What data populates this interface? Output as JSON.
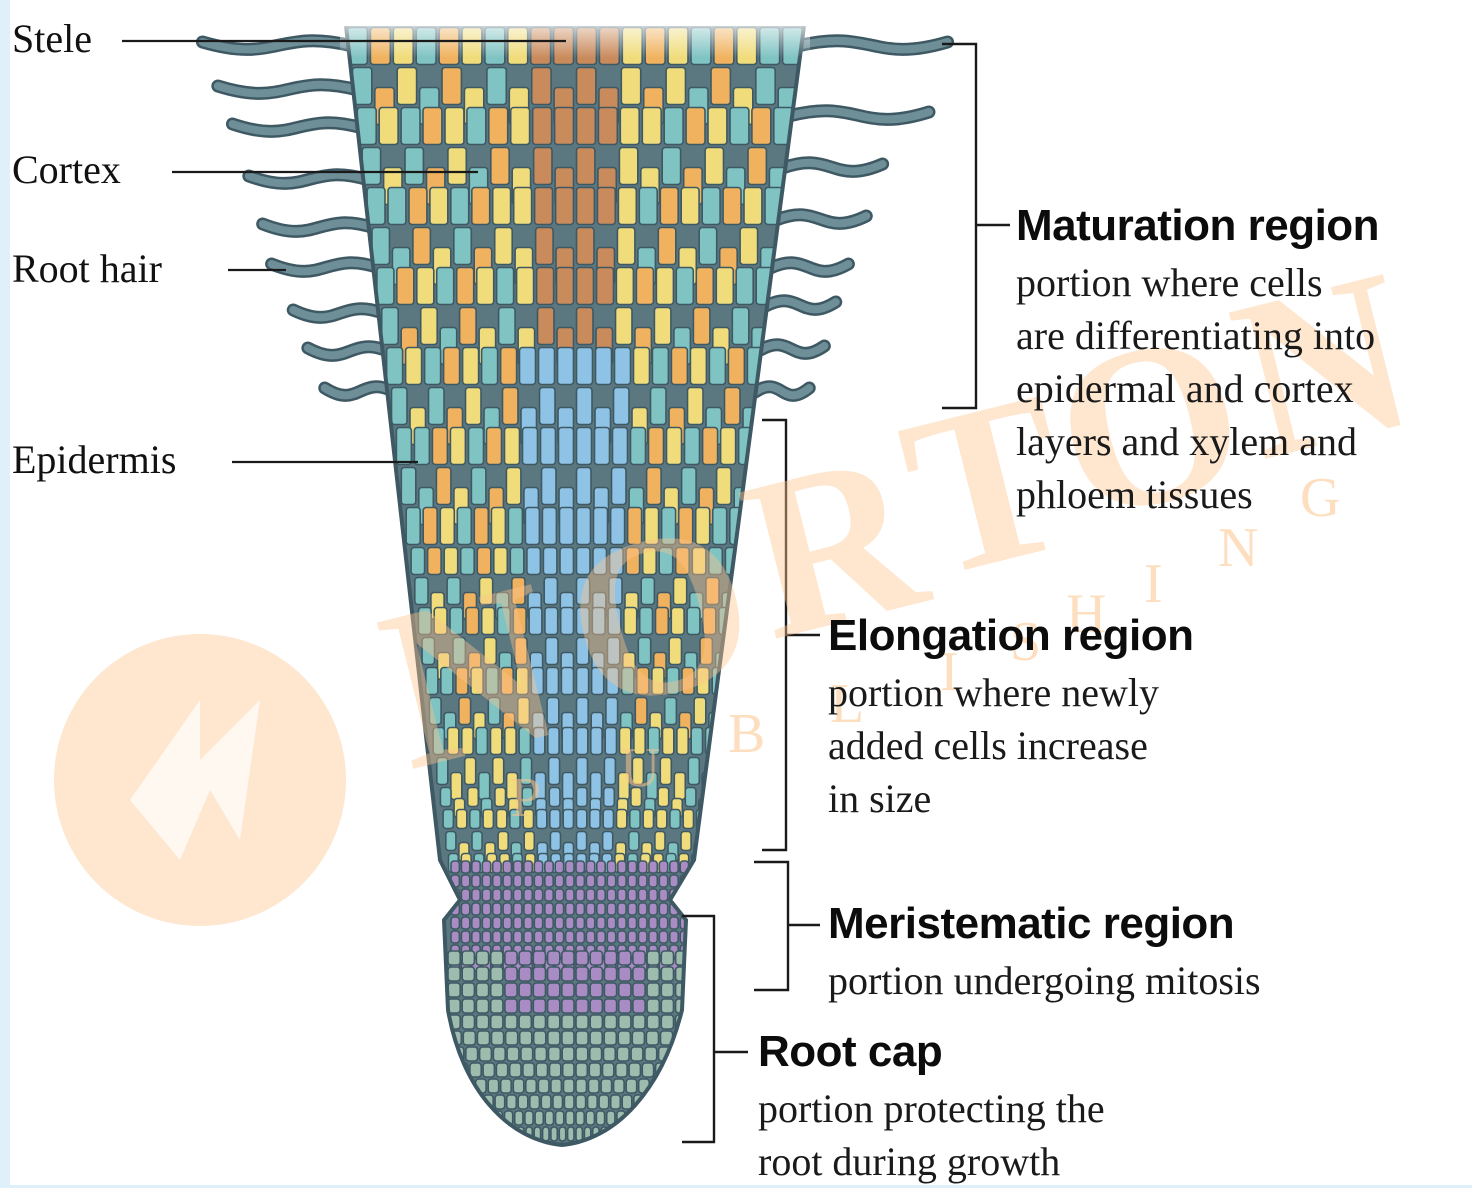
{
  "labels": {
    "stele": "Stele",
    "cortex": "Cortex",
    "root_hair": "Root hair",
    "epidermis": "Epidermis"
  },
  "regions": [
    {
      "title": "Maturation region",
      "desc": [
        "portion where cells",
        "are differentiating into",
        "epidermal and cortex",
        "layers and xylem and",
        "phloem tissues"
      ]
    },
    {
      "title": "Elongation region",
      "desc": [
        "portion where newly",
        "added cells increase",
        "in size"
      ]
    },
    {
      "title": "Meristematic region",
      "desc": [
        "portion undergoing mitosis"
      ]
    },
    {
      "title": "Root cap",
      "desc": [
        "portion protecting the",
        "root during growth"
      ]
    }
  ],
  "watermark": {
    "letters": [
      "N",
      "O",
      "R",
      "T",
      "O",
      "N"
    ],
    "sub": [
      "P",
      "U",
      "B",
      "L",
      "I",
      "S",
      "H",
      "I",
      "N",
      "G"
    ]
  },
  "colors": {
    "cell_outline": "#3e5963",
    "cortex_orange": "#f0b25e",
    "cortex_yellow": "#f0dc7a",
    "teal": "#7fc3c2",
    "stele_brown": "#c98a5c",
    "stele_blue": "#8ec3e6",
    "meristem_purple": "#a98cc4",
    "root_cap_green": "#9dbcae",
    "root_hair": "#6e8f98",
    "watermark_orange": "#fcc48c",
    "page_background": "#dff0fb"
  }
}
